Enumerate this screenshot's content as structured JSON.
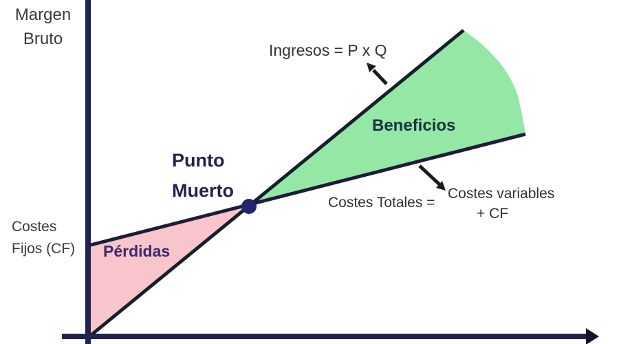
{
  "labels": {
    "y_axis_title_line1": "Margen",
    "y_axis_title_line2": "Bruto",
    "fixed_costs_line1": "Costes",
    "fixed_costs_line2": "Fijos (CF)",
    "revenue_formula": "Ingresos = P x Q",
    "break_even_line1": "Punto",
    "break_even_line2": "Muerto",
    "profit_area": "Beneficios",
    "loss_area": "Pérdidas",
    "total_cost_lhs": "Costes Totales =",
    "total_cost_rhs_line1": "Costes variables",
    "total_cost_rhs_line2": "+ CF"
  },
  "colors": {
    "profit_fill": "#95e7a6",
    "loss_fill": "#f8c5cc",
    "axis": "#20224f",
    "axis_arrowhead": "#14142e",
    "revenue_line": "#14202a",
    "total_cost_line": "#1d1d3a",
    "break_even_dot": "#252470",
    "annotation_arrow": "#1b1b1b",
    "heading_text": "#3a3a3a",
    "formula_text": "#303036",
    "break_even_text": "#22224f",
    "profit_text": "#15343f",
    "loss_text": "#3a2a6d"
  }
}
